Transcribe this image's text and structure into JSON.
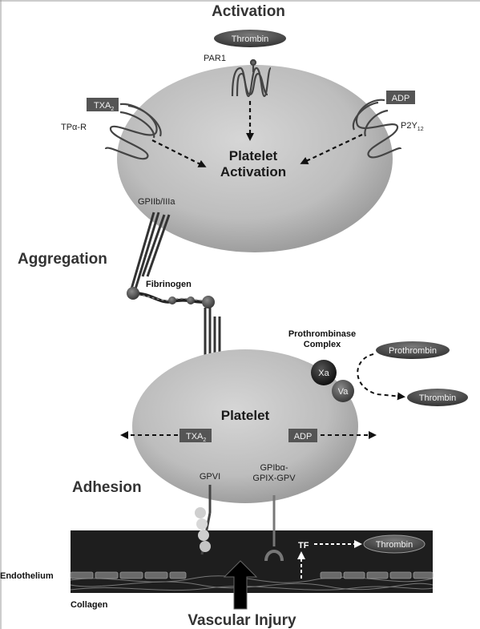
{
  "diagram": {
    "titles": {
      "activation": "Activation",
      "aggregation": "Aggregation",
      "adhesion": "Adhesion",
      "vascular_injury": "Vascular Injury"
    },
    "top_platelet": {
      "center_line1": "Platelet",
      "center_line2": "Activation",
      "thrombin": "Thrombin",
      "par1": "PAR1",
      "txa2_base": "TXA",
      "txa2_sub": "2",
      "tpa_r": "TPα-R",
      "adp": "ADP",
      "p2y12_base": "P2Y",
      "p2y12_sub": "12",
      "gpiib": "GPIIb/IIIa"
    },
    "fibrinogen": "Fibrinogen",
    "bottom_platelet": {
      "label": "Platelet",
      "txa2_base": "TXA",
      "txa2_sub": "2",
      "adp": "ADP",
      "gpvi": "GPVI",
      "gpib_line1": "GPIbα-",
      "gpib_line2": "GPIX-GPV"
    },
    "prothrombinase": {
      "title_line1": "Prothrombinase",
      "title_line2": "Complex",
      "xa": "Xa",
      "va": "Va",
      "prothrombin": "Prothrombin",
      "thrombin": "Thrombin"
    },
    "vessel": {
      "tf": "TF",
      "thrombin": "Thrombin",
      "endothelium": "Endothelium",
      "collagen": "Collagen"
    }
  }
}
